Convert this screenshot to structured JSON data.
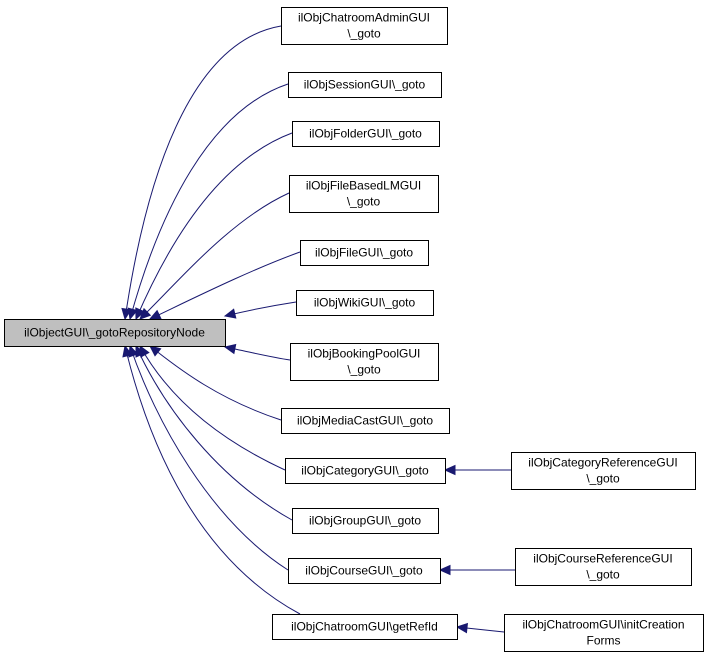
{
  "diagram": {
    "colors": {
      "edge": "#191970",
      "root_fill": "#bfbfbf",
      "node_fill": "#ffffff",
      "border": "#000000"
    },
    "nodes": [
      {
        "id": "root",
        "lines": [
          "ilObjectGUI\\_gotoRepositoryNode"
        ]
      },
      {
        "id": "chatroom-admin",
        "lines": [
          "ilObjChatroomAdminGUI",
          "\\_goto"
        ]
      },
      {
        "id": "session",
        "lines": [
          "ilObjSessionGUI\\_goto"
        ]
      },
      {
        "id": "folder",
        "lines": [
          "ilObjFolderGUI\\_goto"
        ]
      },
      {
        "id": "filebased-lm",
        "lines": [
          "ilObjFileBasedLMGUI",
          "\\_goto"
        ]
      },
      {
        "id": "file",
        "lines": [
          "ilObjFileGUI\\_goto"
        ]
      },
      {
        "id": "wiki",
        "lines": [
          "ilObjWikiGUI\\_goto"
        ]
      },
      {
        "id": "booking-pool",
        "lines": [
          "ilObjBookingPoolGUI",
          "\\_goto"
        ]
      },
      {
        "id": "mediacast",
        "lines": [
          "ilObjMediaCastGUI\\_goto"
        ]
      },
      {
        "id": "category",
        "lines": [
          "ilObjCategoryGUI\\_goto"
        ]
      },
      {
        "id": "group",
        "lines": [
          "ilObjGroupGUI\\_goto"
        ]
      },
      {
        "id": "course",
        "lines": [
          "ilObjCourseGUI\\_goto"
        ]
      },
      {
        "id": "chatroom",
        "lines": [
          "ilObjChatroomGUI\\getRefId"
        ]
      },
      {
        "id": "category-ref",
        "lines": [
          "ilObjCategoryReferenceGUI",
          "\\_goto"
        ]
      },
      {
        "id": "course-ref",
        "lines": [
          "ilObjCourseReferenceGUI",
          "\\_goto"
        ]
      },
      {
        "id": "chatroom-init",
        "lines": [
          "ilObjChatroomGUI\\initCreation",
          "Forms"
        ]
      }
    ],
    "edges": [
      {
        "from": "chatroom-admin",
        "to": "root"
      },
      {
        "from": "session",
        "to": "root"
      },
      {
        "from": "folder",
        "to": "root"
      },
      {
        "from": "filebased-lm",
        "to": "root"
      },
      {
        "from": "file",
        "to": "root"
      },
      {
        "from": "wiki",
        "to": "root"
      },
      {
        "from": "booking-pool",
        "to": "root"
      },
      {
        "from": "mediacast",
        "to": "root"
      },
      {
        "from": "category",
        "to": "root"
      },
      {
        "from": "group",
        "to": "root"
      },
      {
        "from": "course",
        "to": "root"
      },
      {
        "from": "chatroom",
        "to": "root"
      },
      {
        "from": "category-ref",
        "to": "category"
      },
      {
        "from": "course-ref",
        "to": "course"
      },
      {
        "from": "chatroom-init",
        "to": "chatroom"
      }
    ]
  }
}
